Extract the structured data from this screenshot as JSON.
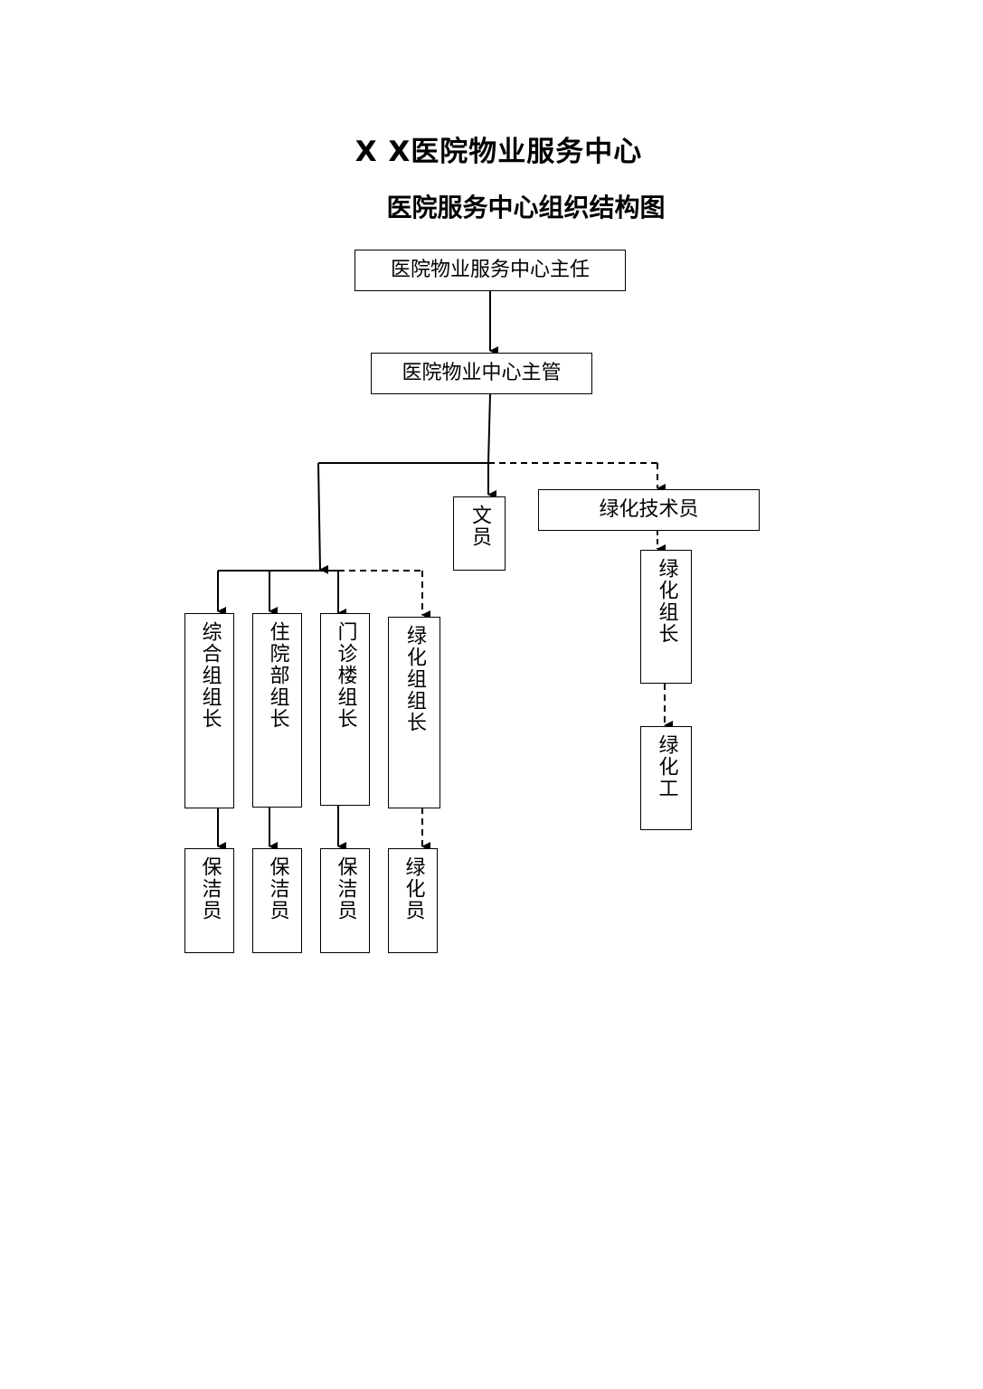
{
  "title": "X X医院物业服务中心",
  "subtitle": "医院服务中心组织结构图",
  "nodes": {
    "director": "医院物业服务中心主任",
    "supervisor": "医院物业中心主管",
    "clerk": "文员",
    "greening_tech": "绿化技术员",
    "general_leader": "综合组组长",
    "inpatient_leader": "住院部组长",
    "outpatient_leader": "门诊楼组长",
    "greening_leader_left": "绿化组组长",
    "greening_leader_right": "绿化组长",
    "greening_worker": "绿化工",
    "cleaner_1": "保洁员",
    "cleaner_2": "保洁员",
    "cleaner_3": "保洁员",
    "greening_staff": "绿化员"
  }
}
